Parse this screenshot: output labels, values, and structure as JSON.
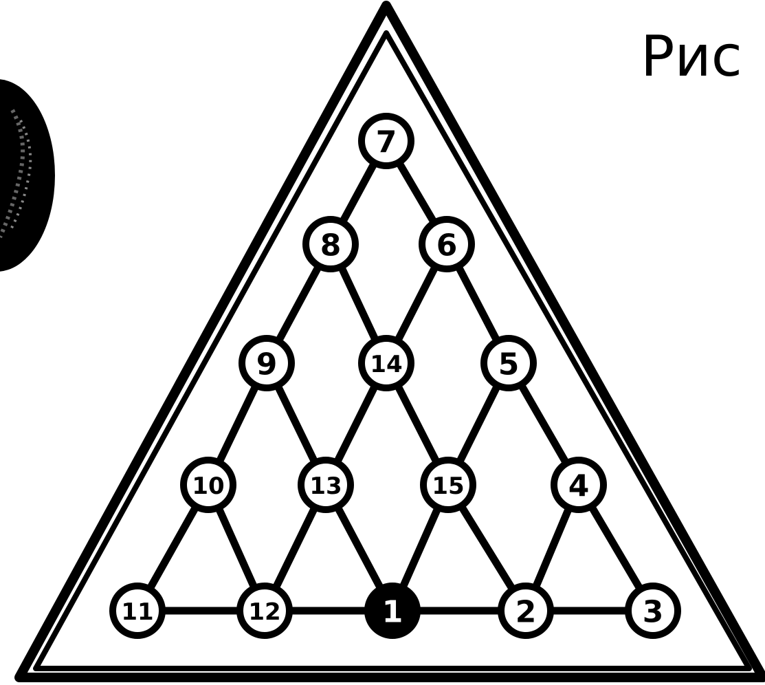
{
  "caption": {
    "text": "Рис"
  },
  "board": {
    "shape": "triangle",
    "colors": {
      "ink": "#000000",
      "paper": "#ffffff",
      "highlight": "#000000"
    },
    "pegs": [
      {
        "id": "p7",
        "label": "7",
        "filled": false
      },
      {
        "id": "p8",
        "label": "8",
        "filled": false
      },
      {
        "id": "p6",
        "label": "6",
        "filled": false
      },
      {
        "id": "p9",
        "label": "9",
        "filled": false
      },
      {
        "id": "p14",
        "label": "14",
        "filled": false
      },
      {
        "id": "p5",
        "label": "5",
        "filled": false
      },
      {
        "id": "p10",
        "label": "10",
        "filled": false
      },
      {
        "id": "p13",
        "label": "13",
        "filled": false
      },
      {
        "id": "p15",
        "label": "15",
        "filled": false
      },
      {
        "id": "p4",
        "label": "4",
        "filled": false
      },
      {
        "id": "p11",
        "label": "11",
        "filled": false
      },
      {
        "id": "p12",
        "label": "12",
        "filled": false
      },
      {
        "id": "p1",
        "label": "1",
        "filled": true
      },
      {
        "id": "p2",
        "label": "2",
        "filled": false
      },
      {
        "id": "p3",
        "label": "3",
        "filled": false
      }
    ],
    "connections": [
      [
        "p7",
        "p8"
      ],
      [
        "p7",
        "p6"
      ],
      [
        "p8",
        "p9"
      ],
      [
        "p8",
        "p14"
      ],
      [
        "p6",
        "p14"
      ],
      [
        "p6",
        "p5"
      ],
      [
        "p9",
        "p10"
      ],
      [
        "p9",
        "p13"
      ],
      [
        "p14",
        "p13"
      ],
      [
        "p14",
        "p15"
      ],
      [
        "p5",
        "p15"
      ],
      [
        "p5",
        "p4"
      ],
      [
        "p10",
        "p11"
      ],
      [
        "p10",
        "p12"
      ],
      [
        "p13",
        "p12"
      ],
      [
        "p13",
        "p1"
      ],
      [
        "p15",
        "p1"
      ],
      [
        "p15",
        "p2"
      ],
      [
        "p4",
        "p2"
      ],
      [
        "p4",
        "p3"
      ],
      [
        "p11",
        "p12"
      ],
      [
        "p12",
        "p1"
      ],
      [
        "p1",
        "p2"
      ],
      [
        "p2",
        "p3"
      ]
    ]
  },
  "decoration": {
    "name": "dark-disc-fragment"
  }
}
